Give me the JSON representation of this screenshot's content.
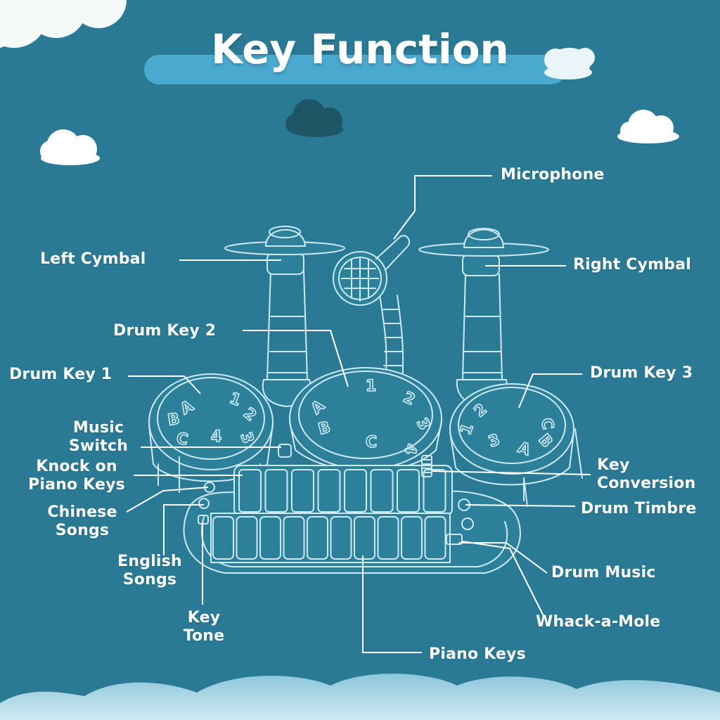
{
  "title": "Key Function",
  "labels": {
    "microphone": "Microphone",
    "left_cymbal": "Left Cymbal",
    "right_cymbal": "Right Cymbal",
    "drum_key_2": "Drum Key 2",
    "drum_key_1": "Drum Key 1",
    "drum_key_3": "Drum Key 3",
    "music_switch": [
      "Music",
      "Switch"
    ],
    "knock_on_piano_keys": [
      "Knock on",
      "Piano Keys"
    ],
    "chinese_songs": [
      "Chinese",
      "Songs"
    ],
    "english_songs": [
      "English",
      "Songs"
    ],
    "key_tone": [
      "Key",
      "Tone"
    ],
    "key_conversion": [
      "Key",
      "Conversion"
    ],
    "drum_timbre": "Drum Timbre",
    "drum_music": "Drum Music",
    "whack_a_mole": "Whack-a-Mole",
    "piano_keys": "Piano Keys"
  },
  "drum_glyphs": {
    "drum_1": [
      "A",
      "B",
      "C",
      "1",
      "2",
      "3",
      "4"
    ],
    "drum_2": [
      "1",
      "2",
      "3",
      "4",
      "A",
      "B",
      "C"
    ],
    "drum_3": [
      "1",
      "2",
      "3",
      "A",
      "B",
      "C"
    ]
  },
  "colors": {
    "background": "#2a7a96",
    "title_banner": "#4aa9cf",
    "outline": "#cdeaf3",
    "leader_line": "#ffffff",
    "cloud": "#ffffff",
    "dark_cloud": "#1f5666"
  }
}
